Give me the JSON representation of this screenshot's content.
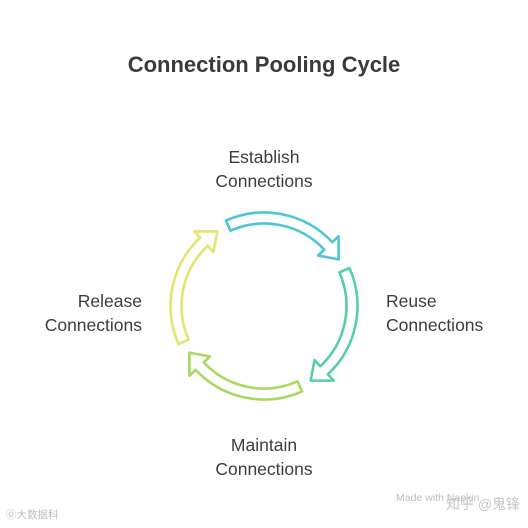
{
  "title": "Connection Pooling Cycle",
  "stages": [
    {
      "line1": "Establish",
      "line2": "Connections",
      "color": "#4cc6d2"
    },
    {
      "line1": "Reuse",
      "line2": "Connections",
      "color": "#58cfa2"
    },
    {
      "line1": "Maintain",
      "line2": "Connections",
      "color": "#a9d861"
    },
    {
      "line1": "Release",
      "line2": "Connections",
      "color": "#e2e56e"
    }
  ],
  "watermarks": {
    "made_with": "Made with Napkin",
    "zhihu": "知乎 @鬼锋",
    "left": "⓪大数据科"
  }
}
